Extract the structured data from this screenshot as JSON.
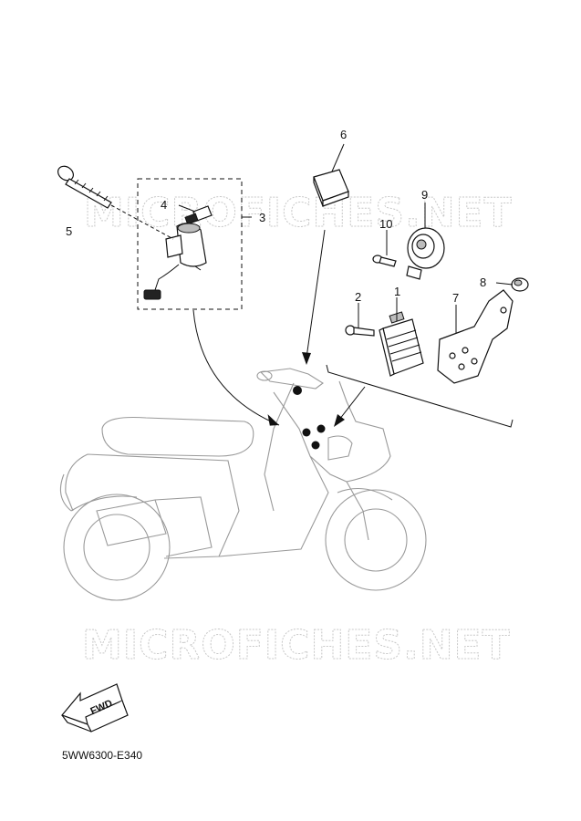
{
  "watermarks": [
    "MICROFICHES.NET",
    "MICROFICHES.NET"
  ],
  "callouts": [
    "1",
    "2",
    "3",
    "4",
    "5",
    "6",
    "7",
    "8",
    "9",
    "10"
  ],
  "direction_label": "FWD",
  "diagram_code": "5WW6300-E340"
}
